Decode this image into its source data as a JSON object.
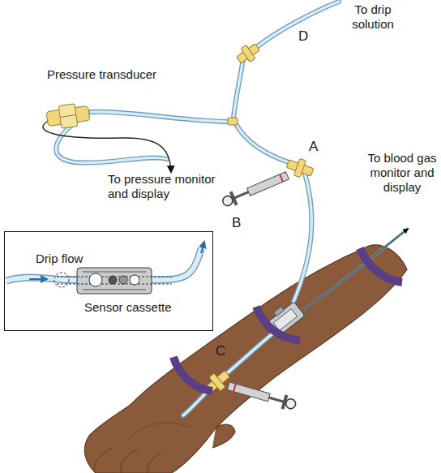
{
  "diagram": {
    "nodes": [
      {
        "text": [
          "Drip flow",
          "Sensor cassette"
        ]
      }
    ],
    "labels": [
      "To drip solution",
      "D",
      "Pressure transducer",
      "To pressure monitor and display",
      "A",
      "B",
      "To blood gas monitor and display",
      "C"
    ]
  }
}
